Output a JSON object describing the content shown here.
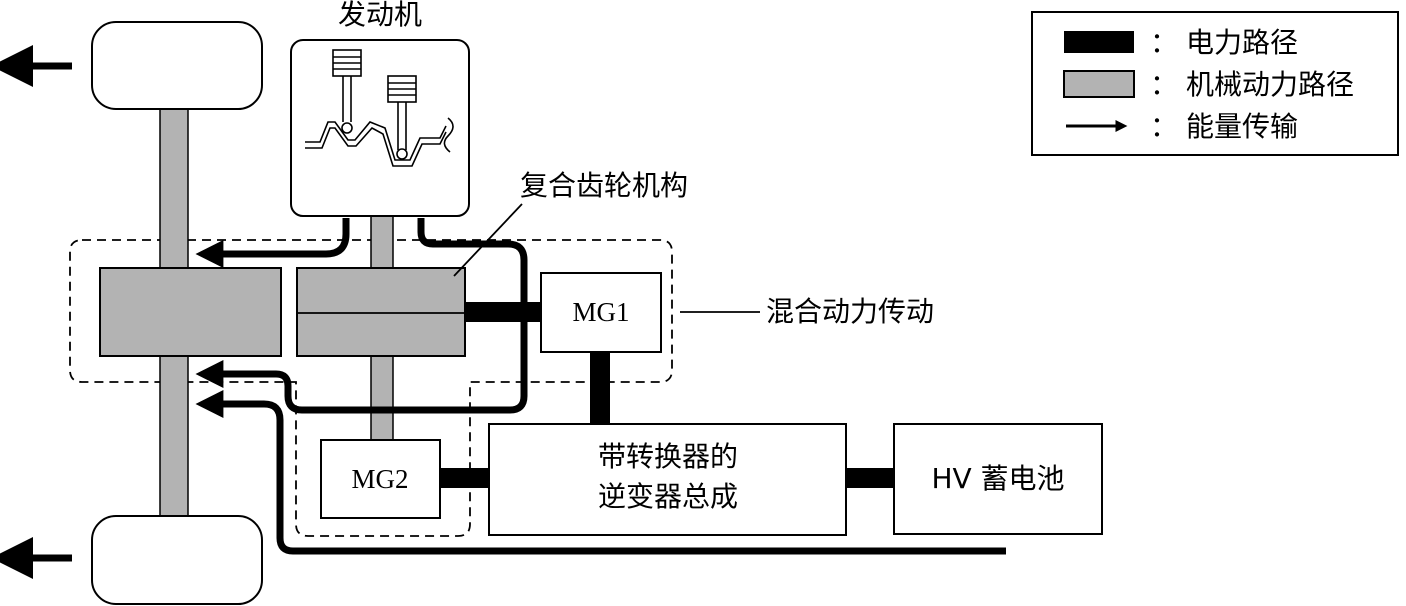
{
  "engine": {
    "label": "发动机"
  },
  "mg1": {
    "label": "MG1"
  },
  "mg2": {
    "label": "MG2"
  },
  "inverter": {
    "line1": "带转换器的",
    "line2": "逆变器总成"
  },
  "battery": {
    "label": "HV 蓄电池"
  },
  "callouts": {
    "gear_mechanism": "复合齿轮机构",
    "hybrid_transmission": "混合动力传动"
  },
  "legend": {
    "separator": "：",
    "items": [
      {
        "symbol": "black-bar",
        "label": "电力路径"
      },
      {
        "symbol": "grey-bar",
        "label": "机械动力路径"
      },
      {
        "symbol": "arrow",
        "label": "能量传输"
      }
    ]
  },
  "colors": {
    "electrical_path": "#000000",
    "mechanical_path": "#b3b3b3",
    "background": "#ffffff"
  }
}
